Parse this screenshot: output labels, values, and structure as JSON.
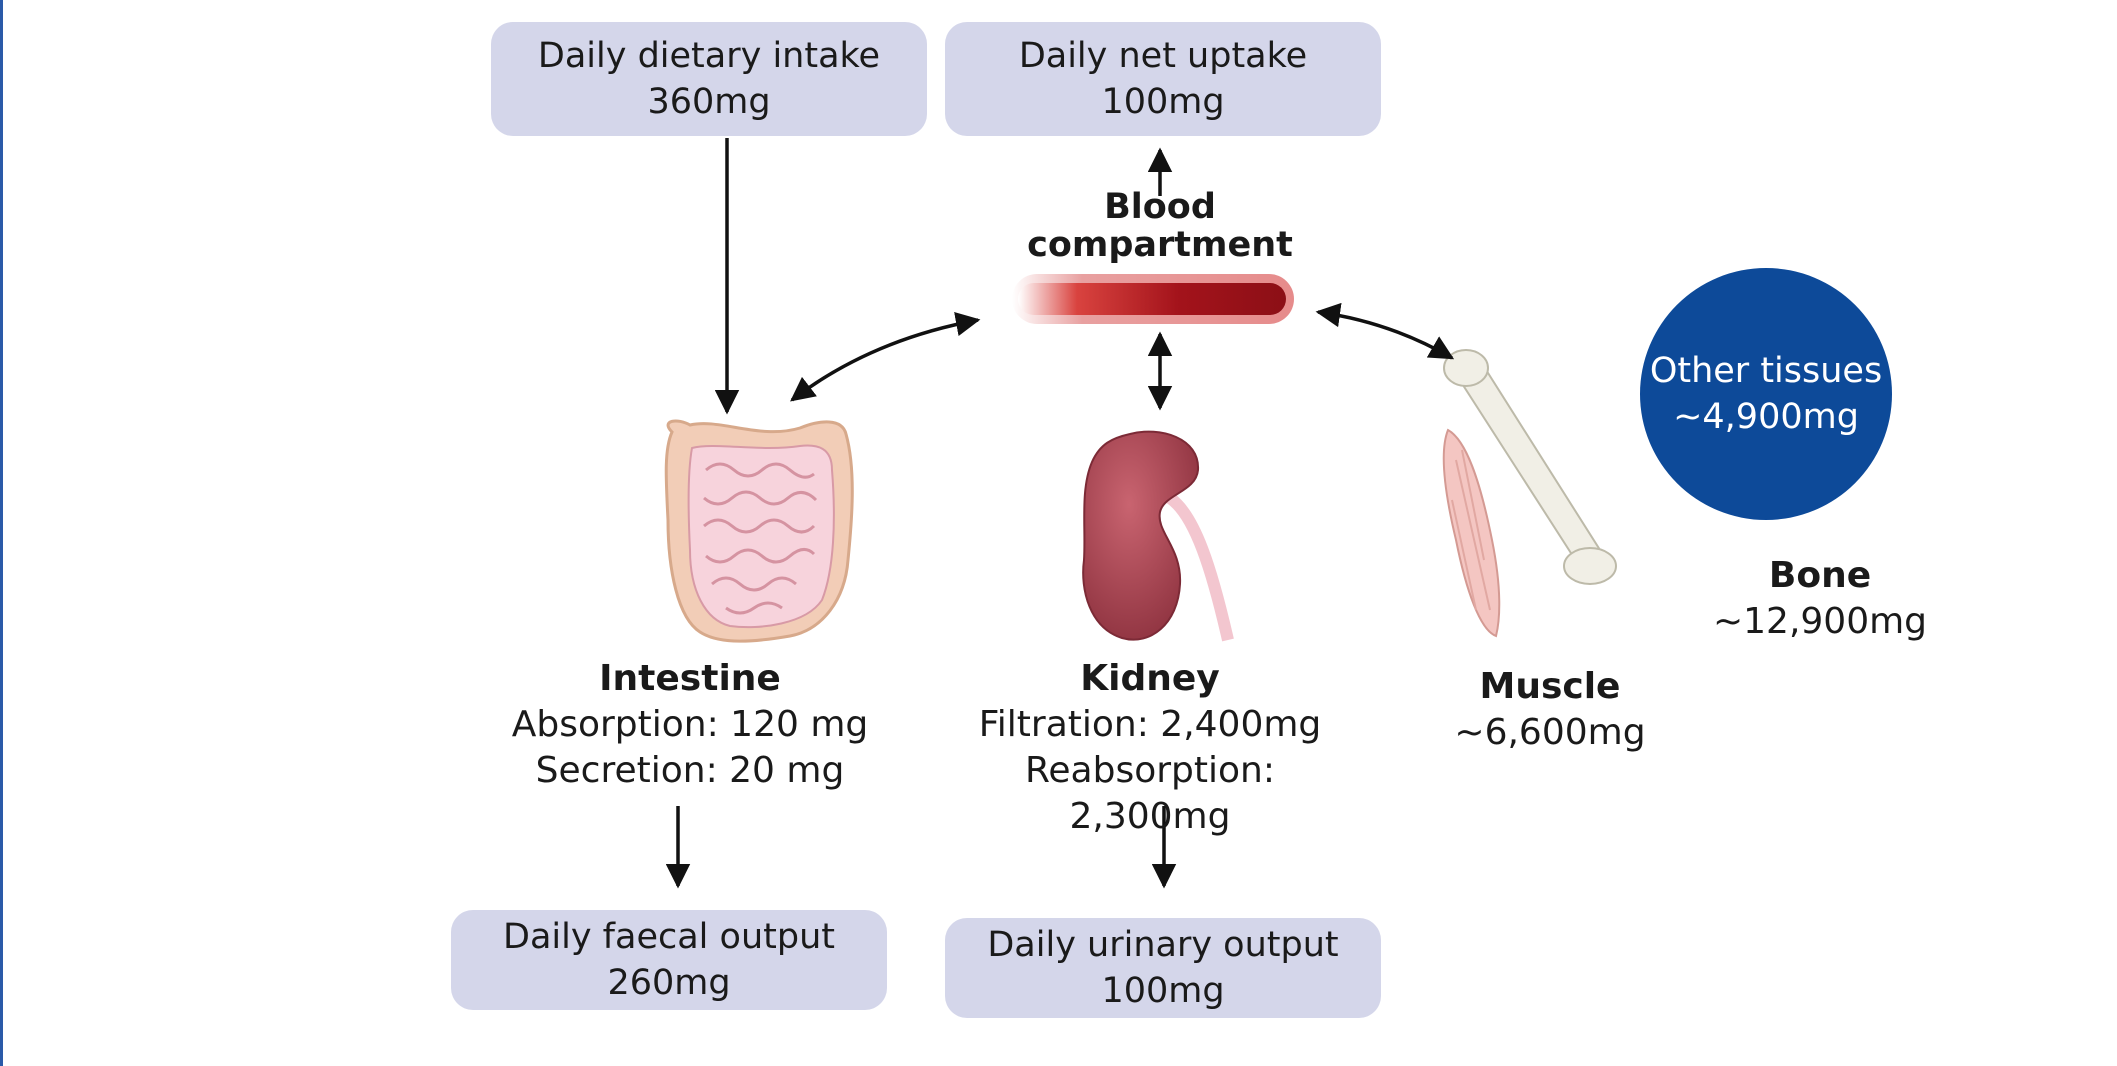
{
  "dietary": {
    "title": "Daily dietary intake",
    "value": "360mg"
  },
  "uptake": {
    "title": "Daily net uptake",
    "value": "100mg"
  },
  "blood": {
    "line1": "Blood",
    "line2": "compartment"
  },
  "intestine": {
    "name": "Intestine",
    "absorption": "Absorption: 120 mg",
    "secretion": "Secretion: 20 mg"
  },
  "kidney": {
    "name": "Kidney",
    "filtration": "Filtration: 2,400mg",
    "reabsorption": "Reabsorption: 2,300mg"
  },
  "muscle": {
    "name": "Muscle",
    "value": "~6,600mg"
  },
  "bone": {
    "name": "Bone",
    "value": "~12,900mg"
  },
  "other": {
    "title": "Other tissues",
    "value": "~4,900mg"
  },
  "faecal": {
    "title": "Daily faecal output",
    "value": "260mg"
  },
  "urinary": {
    "title": "Daily urinary output",
    "value": "100mg"
  },
  "colors": {
    "box": "#d4d6ea",
    "circle": "#0d4a99",
    "blood": "#b0161c",
    "organ": "#b24a55"
  }
}
